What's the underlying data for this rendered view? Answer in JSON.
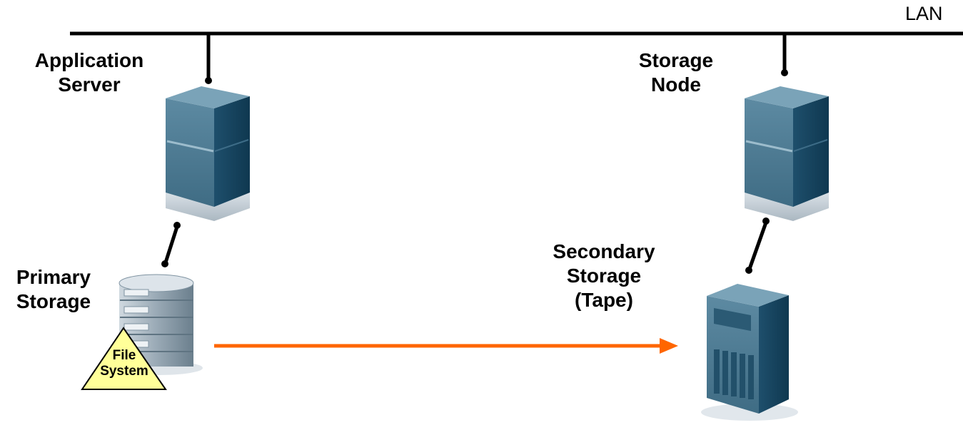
{
  "network": {
    "label": "LAN"
  },
  "application_server": {
    "label_line1": "Application",
    "label_line2": "Server"
  },
  "storage_node": {
    "label_line1": "Storage",
    "label_line2": "Node"
  },
  "primary_storage": {
    "label_line1": "Primary",
    "label_line2": "Storage"
  },
  "secondary_storage": {
    "label_line1": "Secondary",
    "label_line2": "Storage",
    "label_line3": "(Tape)"
  },
  "file_system": {
    "label_line1": "File",
    "label_line2": "System"
  },
  "colors": {
    "lan_line": "#000000",
    "server_front": "#4a7890",
    "server_side": "#16435e",
    "server_base": "#c9d3da",
    "arrow": "#ff6600",
    "file_system_fill": "#ffff99"
  }
}
